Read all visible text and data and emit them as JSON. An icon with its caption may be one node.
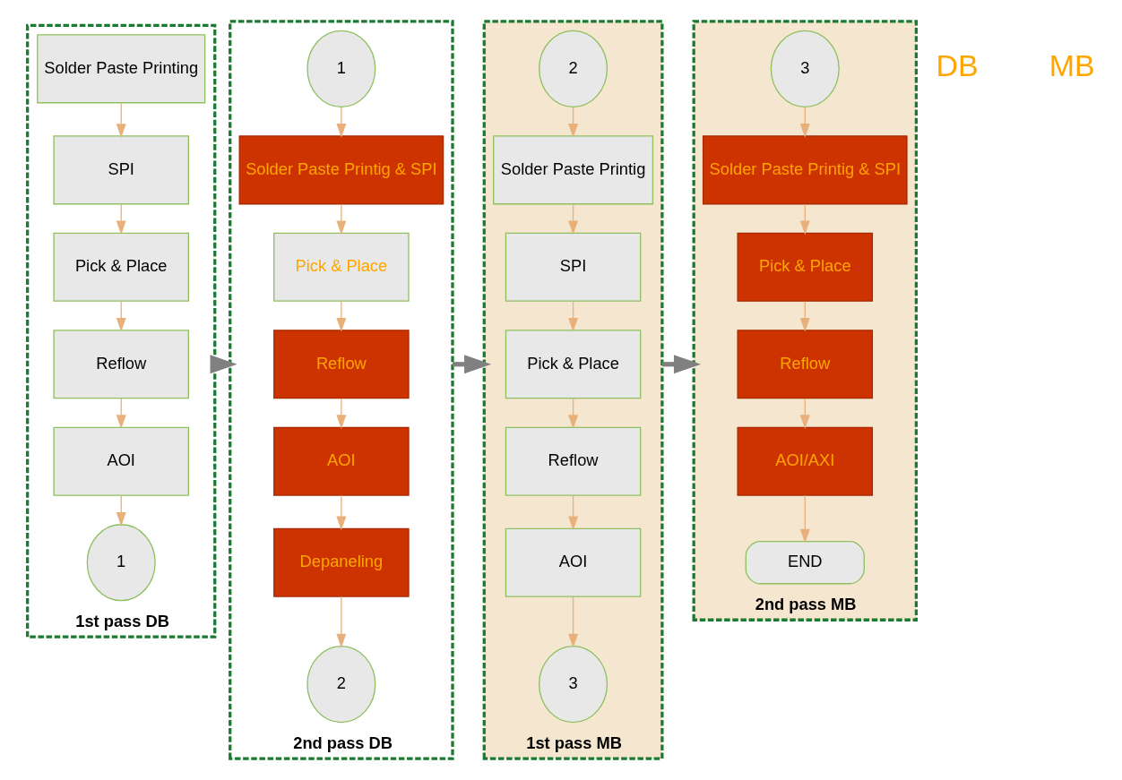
{
  "diagram": {
    "nodes": [
      {
        "text": [
          "1st pass DB"
        ]
      },
      {
        "text": [
          "Solder Paste Printing"
        ],
        "in": 0
      },
      {
        "text": [
          "SPI"
        ],
        "in": 0
      },
      {
        "text": [
          "Pick & Place"
        ],
        "in": 0
      },
      {
        "text": [
          "Reflow"
        ],
        "in": 0
      },
      {
        "text": [
          "AOI"
        ],
        "in": 0
      },
      {
        "text": [
          "1"
        ],
        "in": 0
      },
      {
        "text": [
          "2nd pass DB"
        ]
      },
      {
        "text": [
          "1"
        ],
        "in": 7
      },
      {
        "text": [
          "Solder Paste Printig & SPI"
        ],
        "in": 7
      },
      {
        "text": [
          "Pick & Place"
        ],
        "in": 7
      },
      {
        "text": [
          "Reflow"
        ],
        "in": 7
      },
      {
        "text": [
          "AOI"
        ],
        "in": 7
      },
      {
        "text": [
          "Depaneling"
        ],
        "in": 7
      },
      {
        "text": [
          "2"
        ],
        "in": 7
      },
      {
        "text": [
          "1st pass MB"
        ]
      },
      {
        "text": [
          "2"
        ],
        "in": 15
      },
      {
        "text": [
          "Solder Paste Printig"
        ],
        "in": 15
      },
      {
        "text": [
          "SPI"
        ],
        "in": 15
      },
      {
        "text": [
          "Pick & Place"
        ],
        "in": 15
      },
      {
        "text": [
          "Reflow"
        ],
        "in": 15
      },
      {
        "text": [
          "AOI"
        ],
        "in": 15
      },
      {
        "text": [
          "3"
        ],
        "in": 15
      },
      {
        "text": [
          "2nd pass MB"
        ]
      },
      {
        "text": [
          "3"
        ],
        "in": 23
      },
      {
        "text": [
          "Solder Paste Printig & SPI"
        ],
        "in": 23
      },
      {
        "text": [
          "Pick & Place"
        ],
        "in": 23
      },
      {
        "text": [
          "Reflow"
        ],
        "in": 23
      },
      {
        "text": [
          "AOI/AXI"
        ],
        "in": 23
      },
      {
        "text": [
          "END"
        ],
        "in": 23
      }
    ],
    "edges": [
      {
        "from": 1,
        "to": 2,
        "arrow": "to"
      },
      {
        "from": 2,
        "to": 3,
        "arrow": "to"
      },
      {
        "from": 3,
        "to": 4,
        "arrow": "to"
      },
      {
        "from": 4,
        "to": 5,
        "arrow": "to"
      },
      {
        "from": 5,
        "to": 6,
        "arrow": "to"
      },
      {
        "from": 0,
        "to": 7,
        "arrow": "to",
        "style": "thick",
        "color": "#808080"
      },
      {
        "from": 8,
        "to": 9,
        "arrow": "to"
      },
      {
        "from": 9,
        "to": 10,
        "arrow": "to"
      },
      {
        "from": 10,
        "to": 11,
        "arrow": "to"
      },
      {
        "from": 11,
        "to": 12,
        "arrow": "to"
      },
      {
        "from": 12,
        "to": 13,
        "arrow": "to"
      },
      {
        "from": 13,
        "to": 14,
        "arrow": "to"
      },
      {
        "from": 7,
        "to": 15,
        "arrow": "to",
        "style": "thick",
        "color": "#808080"
      },
      {
        "from": 16,
        "to": 17,
        "arrow": "to"
      },
      {
        "from": 17,
        "to": 18,
        "arrow": "to"
      },
      {
        "from": 18,
        "to": 19,
        "arrow": "to"
      },
      {
        "from": 19,
        "to": 20,
        "arrow": "to"
      },
      {
        "from": 20,
        "to": 21,
        "arrow": "to"
      },
      {
        "from": 21,
        "to": 22,
        "arrow": "to"
      },
      {
        "from": 15,
        "to": 23,
        "arrow": "to",
        "style": "thick",
        "color": "#808080"
      },
      {
        "from": 24,
        "to": 25,
        "arrow": "to"
      },
      {
        "from": 25,
        "to": 26,
        "arrow": "to"
      },
      {
        "from": 26,
        "to": 27,
        "arrow": "to"
      },
      {
        "from": 27,
        "to": 28,
        "arrow": "to"
      },
      {
        "from": 28,
        "to": 29,
        "arrow": "to"
      }
    ],
    "labels": [
      "DB",
      "MB"
    ]
  }
}
